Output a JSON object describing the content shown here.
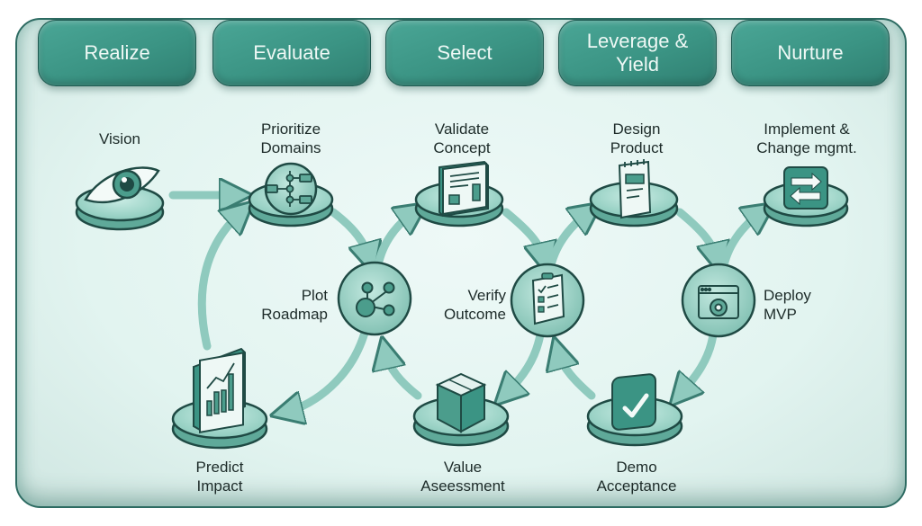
{
  "phases": [
    {
      "label": "Realize"
    },
    {
      "label": "Evaluate"
    },
    {
      "label": "Select"
    },
    {
      "label": "Leverage &\nYield"
    },
    {
      "label": "Nurture"
    }
  ],
  "steps": {
    "vision": {
      "label": "Vision",
      "icon": "eye-icon"
    },
    "prioritize_domains": {
      "label": "Prioritize\nDomains",
      "icon": "hierarchy-icon"
    },
    "plot_roadmap": {
      "label": "Plot\nRoadmap",
      "icon": "network-nodes-icon"
    },
    "predict_impact": {
      "label": "Predict\nImpact",
      "icon": "growth-chart-icon"
    },
    "validate_concept": {
      "label": "Validate\nConcept",
      "icon": "document-layout-icon"
    },
    "verify_outcome": {
      "label": "Verify\nOutcome",
      "icon": "checklist-clipboard-icon"
    },
    "value_assessment": {
      "label": "Value\nAseessment",
      "icon": "package-box-icon"
    },
    "design_product": {
      "label": "Design\nProduct",
      "icon": "notepad-icon"
    },
    "demo_acceptance": {
      "label": "Demo\nAcceptance",
      "icon": "checkmark-icon"
    },
    "deploy_mvp": {
      "label": "Deploy\nMVP",
      "icon": "browser-gear-icon"
    },
    "implement_change": {
      "label": "Implement &\nChange mgmt.",
      "icon": "swap-arrows-icon"
    }
  },
  "colors": {
    "accent": "#3b9484",
    "accent_light": "#9fd3c8",
    "outline": "#1f4a44",
    "background": "#e2f4f0"
  }
}
